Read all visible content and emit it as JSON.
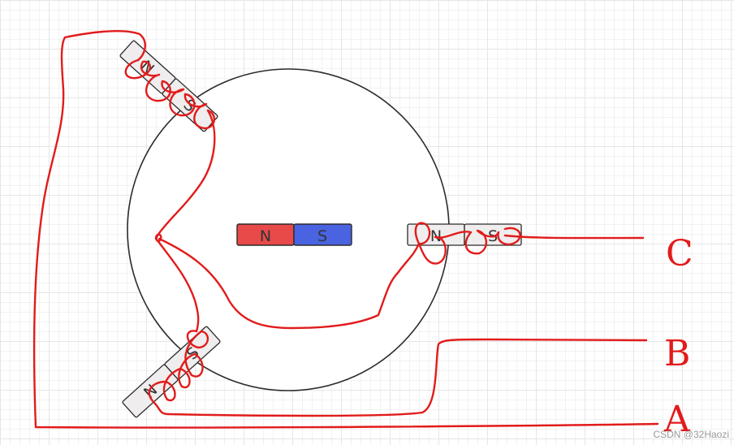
{
  "colors": {
    "north": "#e84a4a",
    "south": "#4a63e0",
    "winding": "#e21b1b",
    "stator_magnet": "#efeded",
    "outline": "#2b2b2b"
  },
  "rotor_magnet": {
    "north_label": "N",
    "south_label": "S"
  },
  "stator_magnets": {
    "top_left": {
      "north_label": "N",
      "south_label": "S"
    },
    "right": {
      "north_label": "N",
      "south_label": "S"
    },
    "bottom_left": {
      "north_label": "N",
      "south_label": "S"
    }
  },
  "phase_labels": {
    "a": "A",
    "b": "B",
    "c": "C"
  },
  "watermark": "CSDN @32Haozi"
}
